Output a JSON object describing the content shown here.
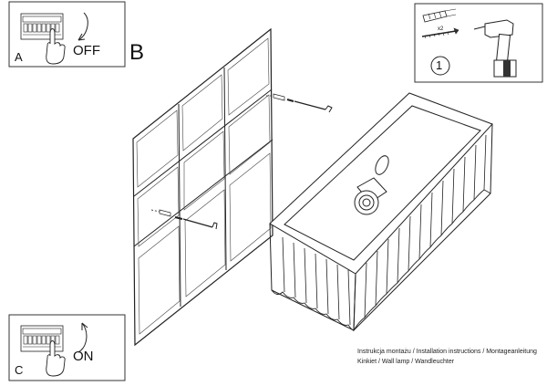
{
  "steps": {
    "a": {
      "letter": "A",
      "label": "OFF"
    },
    "b": {
      "letter": "B"
    },
    "c": {
      "letter": "C",
      "label": "ON"
    }
  },
  "tools": {
    "count_label": "x2",
    "step_number": "1"
  },
  "caption": {
    "line1": "Instrukcja montażu / Installation instructions / Montageanleitung",
    "line2": "Kinkiet / Wall lamp / Wandleuchter"
  },
  "icons": [
    "circuit-breaker-icon",
    "hand-icon",
    "curved-arrow-icon",
    "wall-plug-icon",
    "screw-icon",
    "drill-icon"
  ]
}
